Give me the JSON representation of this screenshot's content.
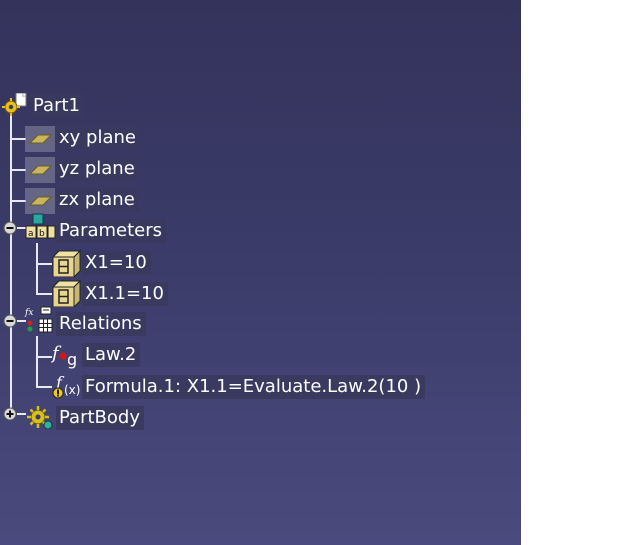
{
  "tree": {
    "root": {
      "label": "Part1",
      "icon": "part-icon"
    },
    "items": [
      {
        "label": "xy plane",
        "icon": "plane-icon"
      },
      {
        "label": "yz plane",
        "icon": "plane-icon"
      },
      {
        "label": "zx plane",
        "icon": "plane-icon"
      },
      {
        "label": "Parameters",
        "icon": "parameters-icon",
        "expanded": true,
        "children": [
          {
            "label": "X1=10",
            "icon": "parameter-icon"
          },
          {
            "label": "X1.1=10",
            "icon": "parameter-icon"
          }
        ]
      },
      {
        "label": "Relations",
        "icon": "relations-icon",
        "expanded": true,
        "children": [
          {
            "label": "Law.2",
            "icon": "law-icon"
          },
          {
            "label": "Formula.1: X1.1=Evaluate.Law.2(10 )",
            "icon": "formula-icon"
          }
        ]
      },
      {
        "label": "PartBody",
        "icon": "partbody-icon",
        "expanded": false
      }
    ]
  },
  "colors": {
    "background": "#3a3a6a",
    "line": "#e8e8ee",
    "text": "#ffffff"
  }
}
